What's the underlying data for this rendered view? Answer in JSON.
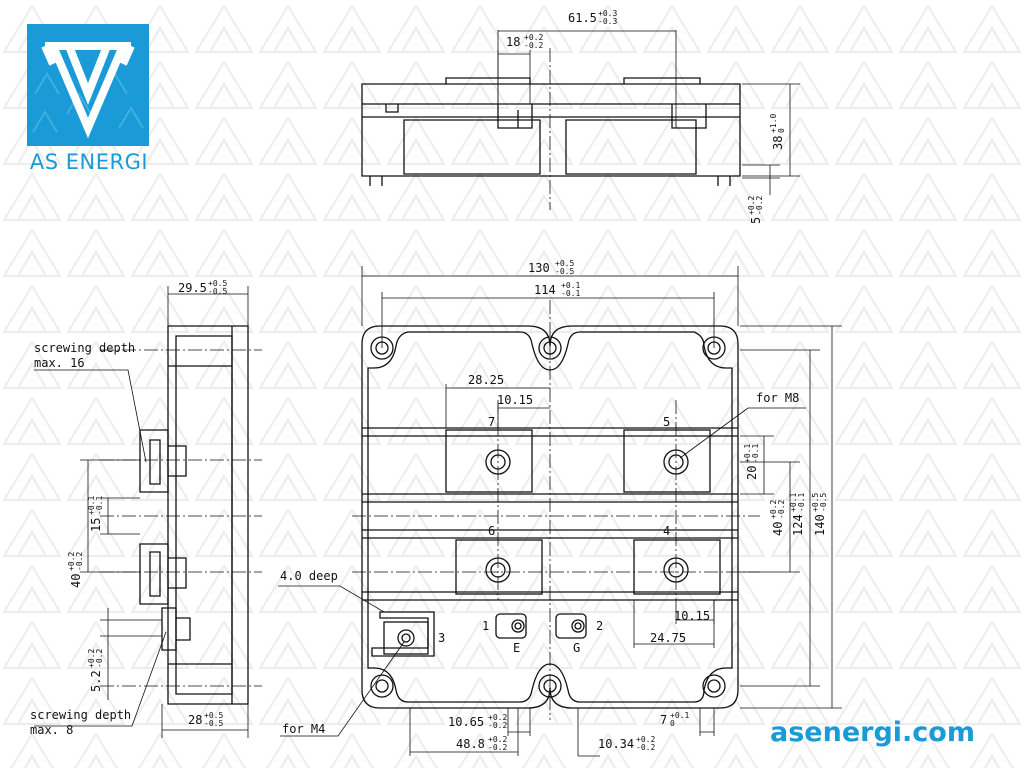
{
  "brand": {
    "logo_text": "AS ENERGI",
    "website": "asenergi.com",
    "accent_color": "#1a9ad6",
    "logo_icon": "triangle-v-logo-icon"
  },
  "top_view_dims": {
    "d61": "61.5",
    "d61_tol_up": "+0.3",
    "d61_tol_dn": "-0.3",
    "d18": "18",
    "d18_tol_up": "+0.2",
    "d18_tol_dn": "-0.2",
    "d38": "38",
    "d38_tol_up": "+1.0",
    "d38_tol_dn": "0",
    "d5": "5",
    "d5_tol_up": "+0.2",
    "d5_tol_dn": "-0.2"
  },
  "side_view_dims": {
    "d29": "29.5",
    "d29_tol_up": "+0.5",
    "d29_tol_dn": "-0.5",
    "d15": "15",
    "d15_tol_up": "+0.1",
    "d15_tol_dn": "-0.1",
    "d40": "40",
    "d40_tol_up": "+0.2",
    "d40_tol_dn": "-0.2",
    "d52": "5.2",
    "d52_tol_up": "+0.2",
    "d52_tol_dn": "-0.2",
    "d28": "28",
    "d28_tol_up": "+0.5",
    "d28_tol_dn": "-0.5",
    "note_depth16_line1": "screwing depth",
    "note_depth16_line2": "max. 16",
    "note_depth8_line1": "screwing depth",
    "note_depth8_line2": "max. 8"
  },
  "front_view_dims": {
    "d130": "130",
    "d130_tol_up": "+0.5",
    "d130_tol_dn": "-0.5",
    "d114": "114",
    "d114_tol_up": "+0.1",
    "d114_tol_dn": "-0.1",
    "d2825": "28.25",
    "d1015_top": "10.15",
    "d1015_bot": "10.15",
    "d2475": "24.75",
    "d20": "20",
    "d20_tol_up": "+0.1",
    "d20_tol_dn": "-0.1",
    "d40": "40",
    "d40_tol_up": "+0.2",
    "d40_tol_dn": "-0.2",
    "d124": "124",
    "d124_tol_up": "+0.1",
    "d124_tol_dn": "-0.1",
    "d140": "140",
    "d140_tol_up": "+0.5",
    "d140_tol_dn": "-0.5",
    "d1065": "10.65",
    "d1065_tol_up": "+0.2",
    "d1065_tol_dn": "-0.2",
    "d488": "48.8",
    "d488_tol_up": "+0.2",
    "d488_tol_dn": "-0.2",
    "d1034": "10.34",
    "d1034_tol_up": "+0.2",
    "d1034_tol_dn": "-0.2",
    "d7": "7",
    "d7_tol_up": "+0.1",
    "d7_tol_dn": "0",
    "note_m8": "for M8",
    "note_m4": "for M4",
    "note_depth4": "4.0 deep",
    "terminal_1": "1",
    "terminal_2": "2",
    "terminal_3": "3",
    "terminal_4": "4",
    "terminal_5": "5",
    "terminal_6": "6",
    "terminal_7": "7",
    "label_e": "E",
    "label_g": "G"
  }
}
